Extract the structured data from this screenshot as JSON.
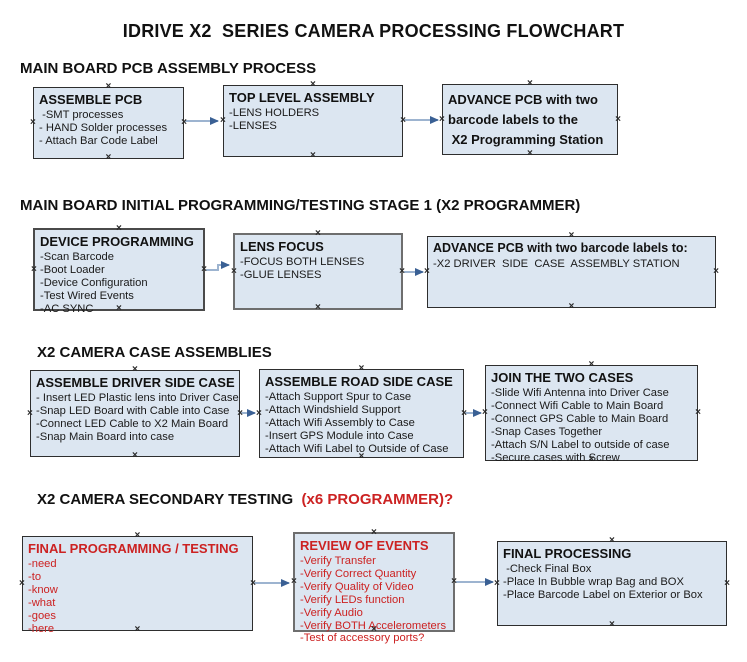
{
  "title": "IDRIVE X2  SERIES CAMERA PROCESSING FLOWCHART",
  "colors": {
    "box_fill": "#dce6f1",
    "box_border": "#2e2e2e",
    "box_border_thick": "#6e6e6e",
    "red_text": "#cc2222",
    "black_text": "#111111",
    "arrow_line": "#9db4d0",
    "arrow_head": "#3a6094",
    "background": "#ffffff"
  },
  "icons": {
    "connection_handle": "×"
  },
  "sections": [
    {
      "heading": "MAIN BOARD PCB ASSEMBLY PROCESS",
      "boxes": [
        {
          "header": "ASSEMBLE PCB",
          "items": [
            " -SMT processes",
            "- HAND Solder processes",
            "- Attach Bar Code Label"
          ]
        },
        {
          "header": "TOP LEVEL ASSEMBLY",
          "items": [
            "-LENS HOLDERS",
            "-LENSES"
          ]
        },
        {
          "header": "ADVANCE PCB with two\nbarcode labels to the\n X2 Programming Station",
          "items": []
        }
      ]
    },
    {
      "heading": "MAIN BOARD INITIAL PROGRAMMING/TESTING STAGE 1 (X2 PROGRAMMER)",
      "boxes": [
        {
          "header": "DEVICE PROGRAMMING",
          "items": [
            "-Scan Barcode",
            "-Boot Loader",
            "-Device Configuration",
            "-Test Wired Events",
            "-AC SYNC"
          ]
        },
        {
          "header": "LENS FOCUS",
          "items": [
            "-FOCUS BOTH LENSES",
            "-GLUE LENSES"
          ]
        },
        {
          "header": "ADVANCE PCB with two barcode labels to:",
          "items": [
            "-X2 DRIVER  SIDE  CASE  ASSEMBLY STATION"
          ]
        }
      ]
    },
    {
      "heading": "X2 CAMERA CASE ASSEMBLIES",
      "boxes": [
        {
          "header": "ASSEMBLE DRIVER SIDE CASE",
          "items": [
            "- Insert LED Plastic lens into Driver Case",
            "-Snap LED Board with Cable into Case",
            "-Connect LED Cable to X2 Main Board",
            "-Snap Main Board into case"
          ]
        },
        {
          "header": "ASSEMBLE ROAD SIDE CASE",
          "items": [
            "-Attach Support Spur to Case",
            "-Attach Windshield Support",
            "-Attach Wifi Assembly to Case",
            "-Insert GPS Module into Case",
            "-Attach Wifi Label to Outside of Case"
          ]
        },
        {
          "header": "JOIN THE TWO CASES",
          "items": [
            "-Slide Wifi Antenna into Driver Case",
            "-Connect Wifi Cable to Main Board",
            "-Connect GPS Cable to Main Board",
            "-Snap Cases Together",
            "-Attach S/N Label to outside of case",
            "-Secure cases with Screw"
          ]
        }
      ]
    },
    {
      "heading": "X2 CAMERA SECONDARY TESTING  ",
      "heading_red": "(x6 PROGRAMMER)?",
      "boxes": [
        {
          "header": "FINAL PROGRAMMING / TESTING",
          "items": [
            "-need",
            "-to",
            "-know",
            "-what",
            "-goes",
            "-here"
          ]
        },
        {
          "header": "REVIEW OF EVENTS",
          "items": [
            "-Verify Transfer",
            "-Verify Correct Quantity",
            "-Verify Quality of Video",
            "-Verify LEDs function",
            "-Verify Audio",
            "-Verify BOTH Accelerometers",
            "-Test of accessory ports?"
          ]
        },
        {
          "header": "FINAL PROCESSING",
          "items": [
            " -Check Final Box",
            "-Place In Bubble wrap Bag and BOX",
            "-Place Barcode Label on Exterior or Box"
          ]
        }
      ]
    }
  ]
}
